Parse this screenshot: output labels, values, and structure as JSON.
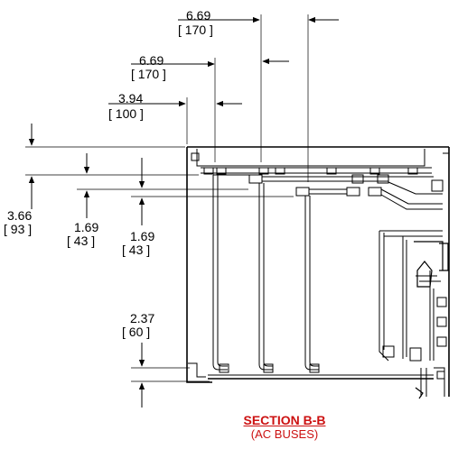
{
  "dimensions": {
    "top_6_69": {
      "in": "6.69",
      "mm": "[ 170 ]"
    },
    "mid_6_69": {
      "in": "6.69",
      "mm": "[ 170 ]"
    },
    "d_3_94": {
      "in": "3.94",
      "mm": "[ 100 ]"
    },
    "d_3_66": {
      "in": "3.66",
      "mm": "[ 93 ]"
    },
    "d_1_69_a": {
      "in": "1.69",
      "mm": "[ 43 ]"
    },
    "d_1_69_b": {
      "in": "1.69",
      "mm": "[ 43 ]"
    },
    "d_2_37": {
      "in": "2.37",
      "mm": "[ 60 ]"
    }
  },
  "caption": {
    "title": "SECTION B-B",
    "subtitle": "(AC BUSES)"
  }
}
